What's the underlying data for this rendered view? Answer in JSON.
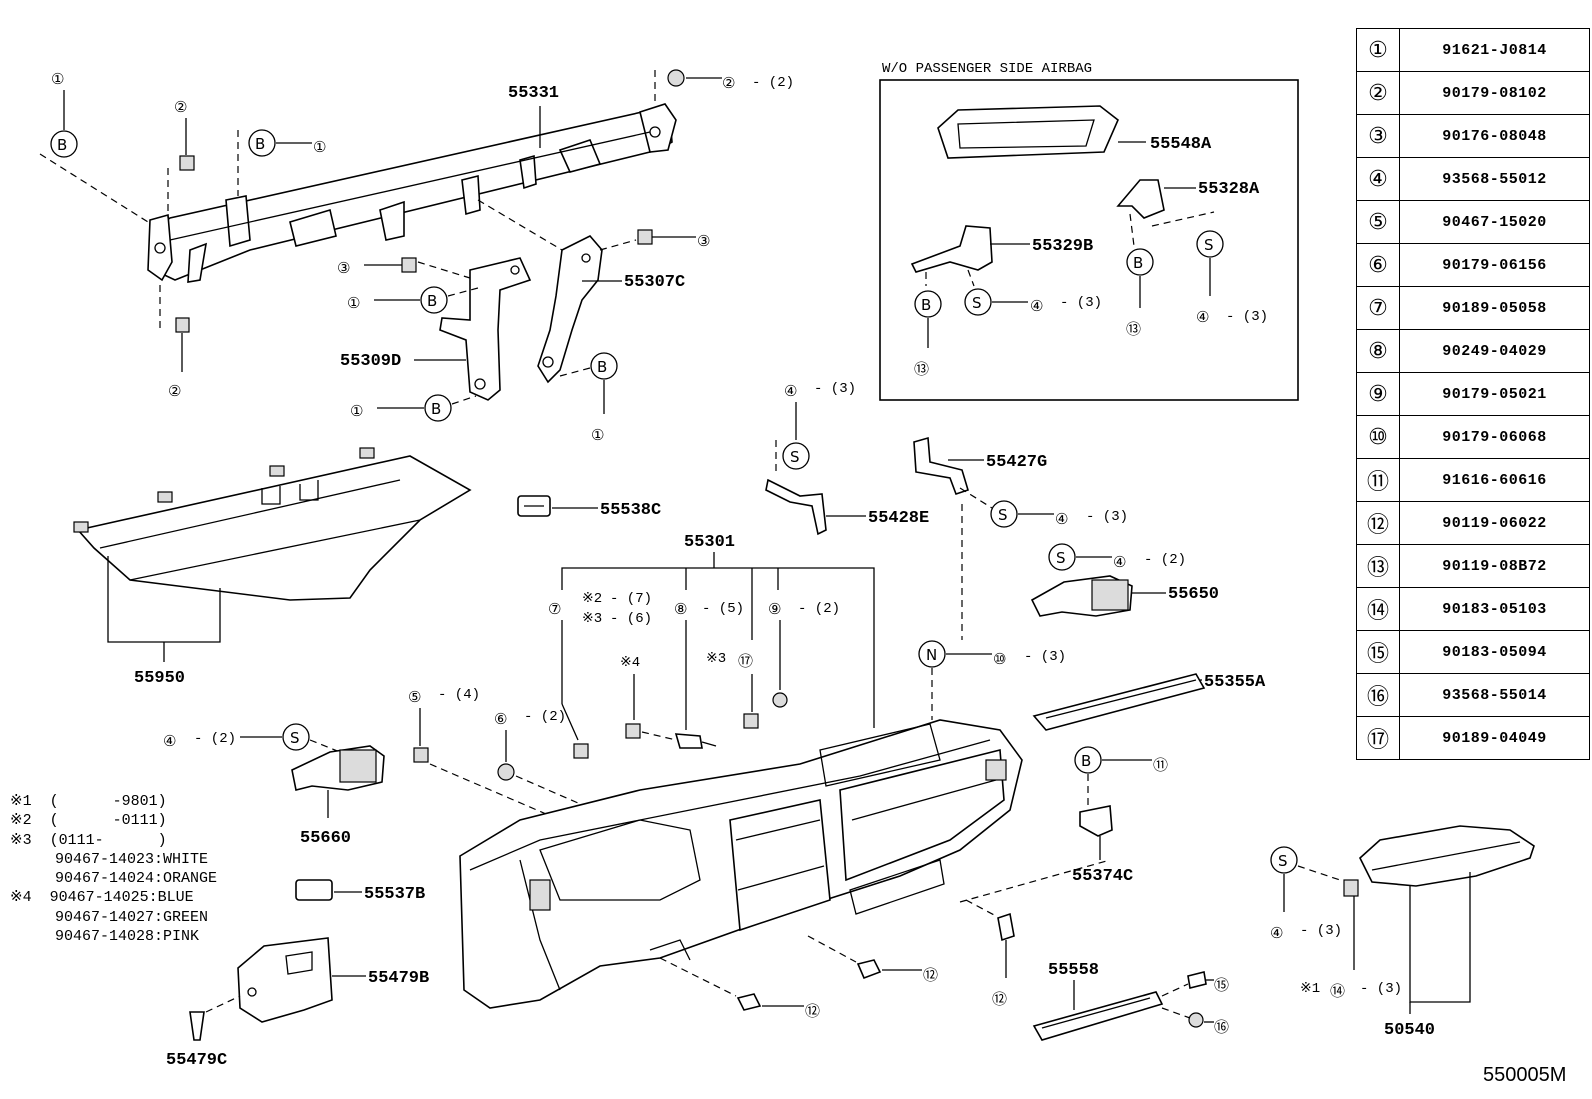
{
  "inset": {
    "title": "W/O PASSENGER SIDE AIRBAG"
  },
  "legend": [
    {
      "key": "①",
      "part": "91621-J0814"
    },
    {
      "key": "②",
      "part": "90179-08102"
    },
    {
      "key": "③",
      "part": "90176-08048"
    },
    {
      "key": "④",
      "part": "93568-55012"
    },
    {
      "key": "⑤",
      "part": "90467-15020"
    },
    {
      "key": "⑥",
      "part": "90179-06156"
    },
    {
      "key": "⑦",
      "part": "90189-05058"
    },
    {
      "key": "⑧",
      "part": "90249-04029"
    },
    {
      "key": "⑨",
      "part": "90179-05021"
    },
    {
      "key": "⑩",
      "part": "90179-06068"
    },
    {
      "key": "⑪",
      "part": "91616-60616"
    },
    {
      "key": "⑫",
      "part": "90119-06022"
    },
    {
      "key": "⑬",
      "part": "90119-08B72"
    },
    {
      "key": "⑭",
      "part": "90183-05103"
    },
    {
      "key": "⑮",
      "part": "90183-05094"
    },
    {
      "key": "⑯",
      "part": "93568-55014"
    },
    {
      "key": "⑰",
      "part": "90189-04049"
    }
  ],
  "parts": {
    "p55331": "55331",
    "p55307C": "55307C",
    "p55309D": "55309D",
    "p55950": "55950",
    "p55538C": "55538C",
    "p55301": "55301",
    "p55428E": "55428E",
    "p55427G": "55427G",
    "p55650": "55650",
    "p55355A": "55355A",
    "p55374C": "55374C",
    "p55660": "55660",
    "p55537B": "55537B",
    "p55479B": "55479B",
    "p55479C": "55479C",
    "p55558": "55558",
    "p50540": "50540",
    "p55548A": "55548A",
    "p55328A": "55328A",
    "p55329B": "55329B"
  },
  "callouts": {
    "c1": "①",
    "c2": "②",
    "c3": "③",
    "c4": "④",
    "c5": "⑤",
    "c6": "⑥",
    "c7": "⑦",
    "c8": "⑧",
    "c9": "⑨",
    "c10": "⑩",
    "c11": "⑪",
    "c12": "⑫",
    "c13": "⑬",
    "c14": "⑭",
    "c15": "⑮",
    "c16": "⑯",
    "c17": "⑰",
    "B": "B",
    "S": "S",
    "N": "N",
    "q2": "- (2)",
    "q3": "- (3)",
    "q4": "- (4)",
    "q5": "- (5)",
    "q6": "- (6)",
    "q7": "- (7)",
    "m1": "※1",
    "m2": "※2",
    "m3": "※3",
    "m4": "※4"
  },
  "notes": [
    "※1  (      -9801)",
    "※2  (      -0111)",
    "※3  (0111-      )",
    "     90467-14023:WHITE",
    "     90467-14024:ORANGE",
    "※4  90467-14025:BLUE",
    "     90467-14027:GREEN",
    "     90467-14028:PINK"
  ],
  "drawing_code": "550005M"
}
